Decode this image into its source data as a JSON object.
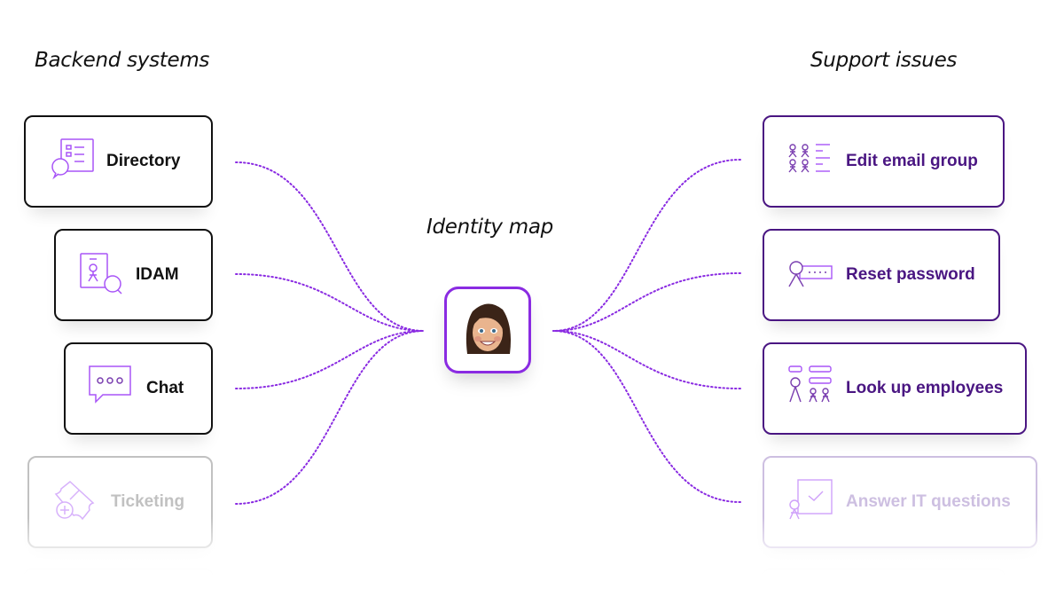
{
  "headings": {
    "left": "Backend systems",
    "center": "Identity map",
    "right": "Support issues"
  },
  "colors": {
    "accent": "#8a2be2",
    "right_text": "#4a1682",
    "left_border": "#111111",
    "icon": "#a855f7"
  },
  "backend_systems": [
    {
      "label": "Directory",
      "icon": "directory-icon"
    },
    {
      "label": "IDAM",
      "icon": "id-badge-search-icon"
    },
    {
      "label": "Chat",
      "icon": "chat-bubble-icon"
    },
    {
      "label": "Ticketing",
      "icon": "ticket-add-icon"
    }
  ],
  "support_issues": [
    {
      "label": "Edit email group",
      "icon": "people-list-icon"
    },
    {
      "label": "Reset password",
      "icon": "user-password-icon"
    },
    {
      "label": "Look up employees",
      "icon": "org-chart-icon"
    },
    {
      "label": "Answer IT questions",
      "icon": "user-check-board-icon"
    }
  ],
  "center": {
    "avatar": "bitmoji-avatar-woman"
  }
}
